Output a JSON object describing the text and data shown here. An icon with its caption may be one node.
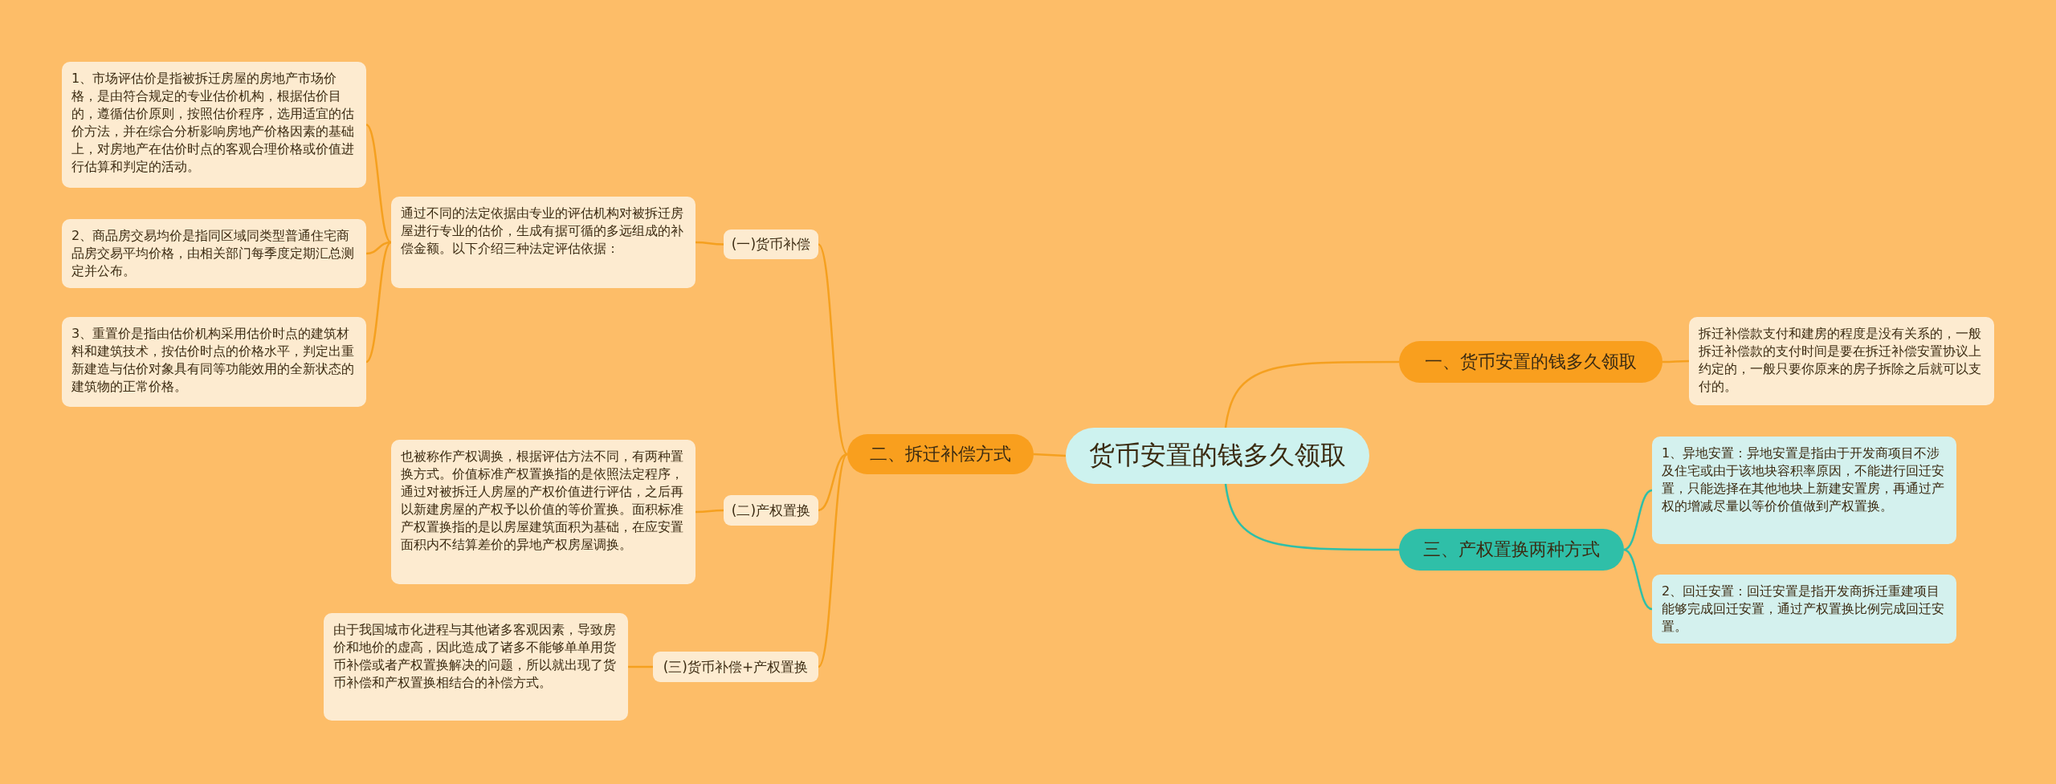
{
  "diagram": {
    "nodes": [
      {
        "text": [
          "货币安置的钱多久领取"
        ]
      },
      {
        "text": [
          "一、货币安置的钱多久领取"
        ]
      },
      {
        "text": [
          "拆迁补偿款支付和建房的程度是没有关系的，一般拆迁补偿款的支付时间是要在拆迁补偿安置协议上约定的，一般只要你原来的房子拆除之后就可以支付的。"
        ]
      },
      {
        "text": [
          "二、拆迁补偿方式"
        ]
      },
      {
        "text": [
          "(一)货币补偿"
        ]
      },
      {
        "text": [
          "通过不同的法定依据由专业的评估机构对被拆迁房屋进行专业的估价，生成有据可循的多远组成的补偿金额。以下介绍三种法定评估依据："
        ]
      },
      {
        "text": [
          "1、市场评估价是指被拆迁房屋的房地产市场价格，是由符合规定的专业估价机构，根据估价目的，遵循估价原则，按照估价程序，选用适宜的估价方法，并在综合分析影响房地产价格因素的基础上，对房地产在估价时点的客观合理价格或价值进行估算和判定的活动。"
        ]
      },
      {
        "text": [
          "2、商品房交易均价是指同区域同类型普通住宅商品房交易平均价格，由相关部门每季度定期汇总测定并公布。"
        ]
      },
      {
        "text": [
          "3、重置价是指由估价机构采用估价时点的建筑材料和建筑技术，按估价时点的价格水平，判定出重新建造与估价对象具有同等功能效用的全新状态的建筑物的正常价格。"
        ]
      },
      {
        "text": [
          "(二)产权置换"
        ]
      },
      {
        "text": [
          "也被称作产权调换，根据评估方法不同，有两种置换方式。价值标准产权置换指的是依照法定程序，通过对被拆迁人房屋的产权价值进行评估，之后再以新建房屋的产权予以价值的等价置换。面积标准产权置换指的是以房屋建筑面积为基础，在应安置面积内不结算差价的异地产权房屋调换。"
        ]
      },
      {
        "text": [
          "(三)货币补偿+产权置换"
        ]
      },
      {
        "text": [
          "由于我国城市化进程与其他诸多客观因素，导致房价和地价的虚高，因此造成了诸多不能够单单用货币补偿或者产权置换解决的问题，所以就出现了货币补偿和产权置换相结合的补偿方式。"
        ]
      },
      {
        "text": [
          "三、产权置换两种方式"
        ]
      },
      {
        "text": [
          "1、异地安置：异地安置是指由于开发商项目不涉及住宅或由于该地块容积率原因，不能进行回迁安置，只能选择在其他地块上新建安置房，再通过产权的增减尽量以等价价值做到产权置换。"
        ]
      },
      {
        "text": [
          "2、回迁安置：回迁安置是指开发商拆迁重建项目能够完成回迁安置，通过产权置换比例完成回迁安置。"
        ]
      }
    ],
    "edges": [
      {
        "from": 0,
        "to": 1,
        "arrow": "none"
      },
      {
        "from": 1,
        "to": 2,
        "arrow": "none"
      },
      {
        "from": 0,
        "to": 3,
        "arrow": "none"
      },
      {
        "from": 3,
        "to": 4,
        "arrow": "none"
      },
      {
        "from": 4,
        "to": 5,
        "arrow": "none"
      },
      {
        "from": 5,
        "to": 6,
        "arrow": "none"
      },
      {
        "from": 5,
        "to": 7,
        "arrow": "none"
      },
      {
        "from": 5,
        "to": 8,
        "arrow": "none"
      },
      {
        "from": 3,
        "to": 9,
        "arrow": "none"
      },
      {
        "from": 9,
        "to": 10,
        "arrow": "none"
      },
      {
        "from": 3,
        "to": 11,
        "arrow": "none"
      },
      {
        "from": 11,
        "to": 12,
        "arrow": "none"
      },
      {
        "from": 0,
        "to": 13,
        "arrow": "none",
        "color": "#2fbfa8"
      },
      {
        "from": 13,
        "to": 14,
        "arrow": "none",
        "color": "#2fbfa8"
      },
      {
        "from": 13,
        "to": 15,
        "arrow": "none",
        "color": "#2fbfa8"
      }
    ]
  }
}
